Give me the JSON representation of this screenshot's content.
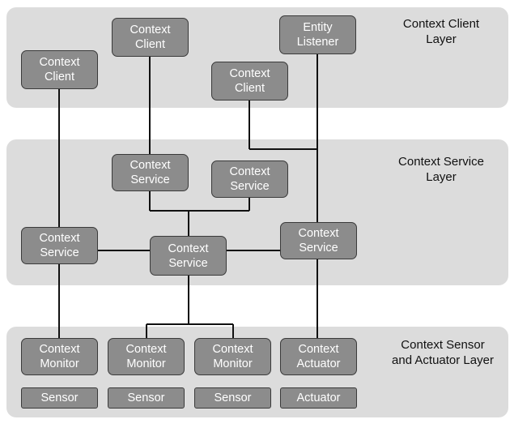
{
  "layers": {
    "client": {
      "label": "Context Client\nLayer"
    },
    "service": {
      "label": "Context Service\nLayer"
    },
    "sensor": {
      "label": "Context Sensor\nand Actuator Layer"
    }
  },
  "nodes": {
    "client_a": "Context\nClient",
    "client_b": "Context\nClient",
    "client_c": "Context\nClient",
    "entity_listener": "Entity\nListener",
    "service_top_left": "Context\nService",
    "service_top_right": "Context\nService",
    "service_left": "Context\nService",
    "service_center": "Context\nService",
    "service_right": "Context\nService",
    "monitor_1": "Context\nMonitor",
    "monitor_2": "Context\nMonitor",
    "monitor_3": "Context\nMonitor",
    "actuator_node": "Context\nActuator",
    "sensor_1": "Sensor",
    "sensor_2": "Sensor",
    "sensor_3": "Sensor",
    "actuator_hw": "Actuator"
  }
}
